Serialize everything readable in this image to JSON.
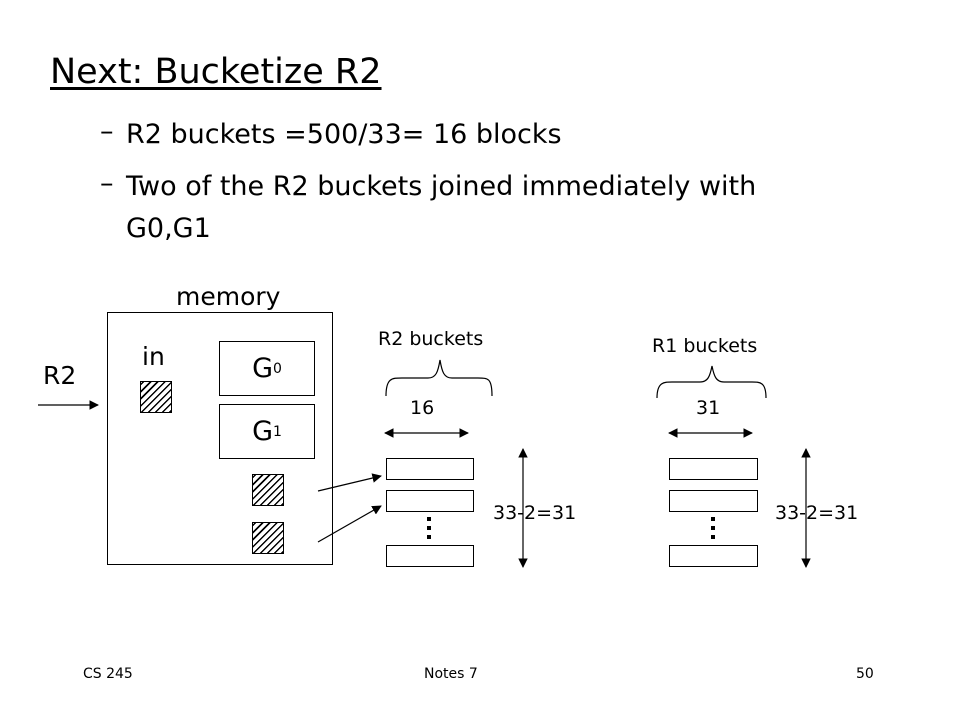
{
  "title": "Next: Bucketize R2",
  "bullets": [
    {
      "dash": "–",
      "text": "R2 buckets =500/33= 16 blocks"
    },
    {
      "dash": "–",
      "text": "Two of the R2 buckets joined immediately with G0,G1"
    }
  ],
  "diagram": {
    "memory_label": "memory",
    "input_label": "R2",
    "in_label": "in",
    "g0": {
      "base": "G",
      "sub": "0"
    },
    "g1": {
      "base": "G",
      "sub": "1"
    },
    "r2_buckets": {
      "label": "R2 buckets",
      "width_label": "16",
      "height_label": "33-2=31"
    },
    "r1_buckets": {
      "label": "R1 buckets",
      "width_label": "31",
      "height_label": "33-2=31"
    }
  },
  "footer": {
    "left": "CS 245",
    "center": "Notes 7",
    "right": "50"
  }
}
